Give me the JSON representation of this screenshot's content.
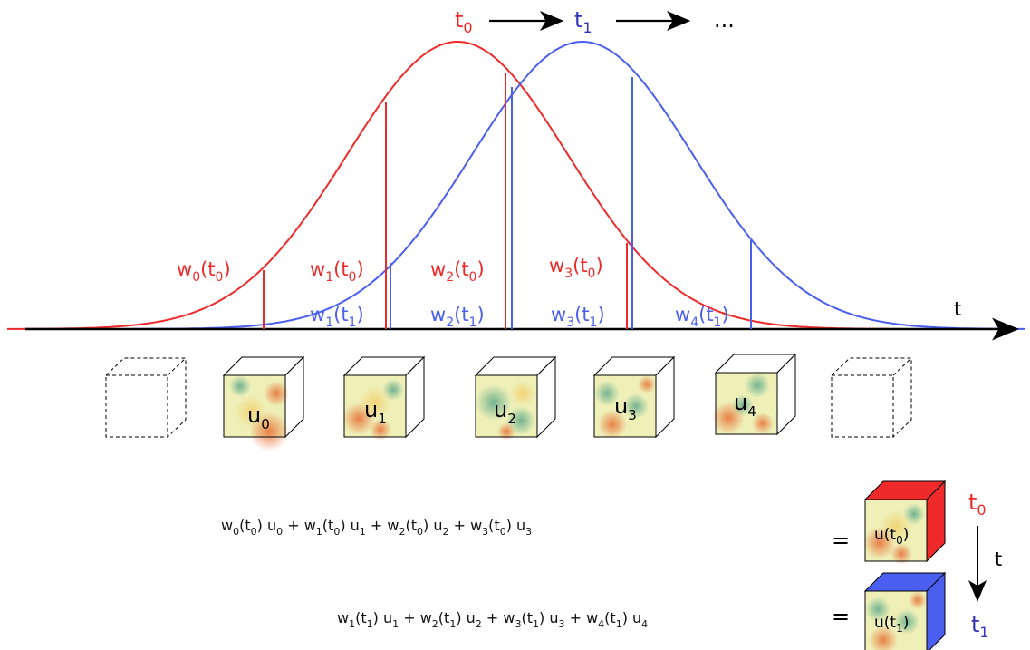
{
  "colors": {
    "t0": "#ee2a2a",
    "t1": "#4a5ff0",
    "axis": "#000000",
    "label_t1_top": "#3333bb"
  },
  "header": {
    "t0_base": "t",
    "t0_sub": "0",
    "t1_base": "t",
    "t1_sub": "1",
    "ellipsis": "..."
  },
  "axis": {
    "label": "t"
  },
  "weights_t0": [
    {
      "base": "w",
      "index": "0",
      "arg_base": "t",
      "arg_sub": "0"
    },
    {
      "base": "w",
      "index": "1",
      "arg_base": "t",
      "arg_sub": "0"
    },
    {
      "base": "w",
      "index": "2",
      "arg_base": "t",
      "arg_sub": "0"
    },
    {
      "base": "w",
      "index": "3",
      "arg_base": "t",
      "arg_sub": "0"
    }
  ],
  "weights_t1": [
    {
      "base": "w",
      "index": "1",
      "arg_base": "t",
      "arg_sub": "1"
    },
    {
      "base": "w",
      "index": "2",
      "arg_base": "t",
      "arg_sub": "1"
    },
    {
      "base": "w",
      "index": "3",
      "arg_base": "t",
      "arg_sub": "1"
    },
    {
      "base": "w",
      "index": "4",
      "arg_base": "t",
      "arg_sub": "1"
    }
  ],
  "cubes": [
    {
      "label_base": "u",
      "label_sub": "0"
    },
    {
      "label_base": "u",
      "label_sub": "1"
    },
    {
      "label_base": "u",
      "label_sub": "2"
    },
    {
      "label_base": "u",
      "label_sub": "3"
    },
    {
      "label_base": "u",
      "label_sub": "4"
    }
  ],
  "equation_t0": {
    "terms": [
      {
        "w": "w",
        "wi": "0",
        "a": "t",
        "ai": "0",
        "u": "u",
        "ui": "0"
      },
      {
        "w": "w",
        "wi": "1",
        "a": "t",
        "ai": "0",
        "u": "u",
        "ui": "1"
      },
      {
        "w": "w",
        "wi": "2",
        "a": "t",
        "ai": "0",
        "u": "u",
        "ui": "2"
      },
      {
        "w": "w",
        "wi": "3",
        "a": "t",
        "ai": "0",
        "u": "u",
        "ui": "3"
      }
    ],
    "plus": "+",
    "equals": "=",
    "result_base": "u(t",
    "result_sub": "0",
    "result_close": ")",
    "side_base": "t",
    "side_sub": "0"
  },
  "equation_t1": {
    "terms": [
      {
        "w": "w",
        "wi": "1",
        "a": "t",
        "ai": "1",
        "u": "u",
        "ui": "1"
      },
      {
        "w": "w",
        "wi": "2",
        "a": "t",
        "ai": "1",
        "u": "u",
        "ui": "2"
      },
      {
        "w": "w",
        "wi": "3",
        "a": "t",
        "ai": "1",
        "u": "u",
        "ui": "3"
      },
      {
        "w": "w",
        "wi": "4",
        "a": "t",
        "ai": "1",
        "u": "u",
        "ui": "4"
      }
    ],
    "plus": "+",
    "equals": "=",
    "result_base": "u(t",
    "result_sub": "1",
    "result_close": ")",
    "side_base": "t",
    "side_sub": "1"
  },
  "time_arrow": {
    "label": "t"
  }
}
